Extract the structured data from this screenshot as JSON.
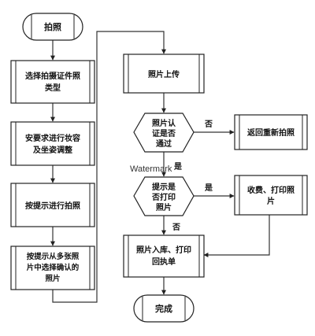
{
  "nodes": {
    "start": "拍照",
    "select_type": [
      "选择拍摄证件照",
      "类型"
    ],
    "adjust": [
      "安要求进行妆容",
      "及坐姿调整"
    ],
    "shoot": "按提示进行拍照",
    "choose": [
      "按提示从多张照",
      "片中选择确认的",
      "照片"
    ],
    "upload": "照片上传",
    "verify": [
      "照片认",
      "证是否",
      "通过"
    ],
    "retake": "返回重新拍照",
    "ask_print": [
      "提示是",
      "否打印",
      "照片"
    ],
    "collect": [
      "收费、打印照",
      "片"
    ],
    "store": [
      "照片入库、打印",
      "回执单"
    ],
    "end": "完成"
  },
  "edges": {
    "no_1": "否",
    "yes_1": "是",
    "yes_2": "是",
    "no_2": "否"
  },
  "watermark": "Watermark"
}
